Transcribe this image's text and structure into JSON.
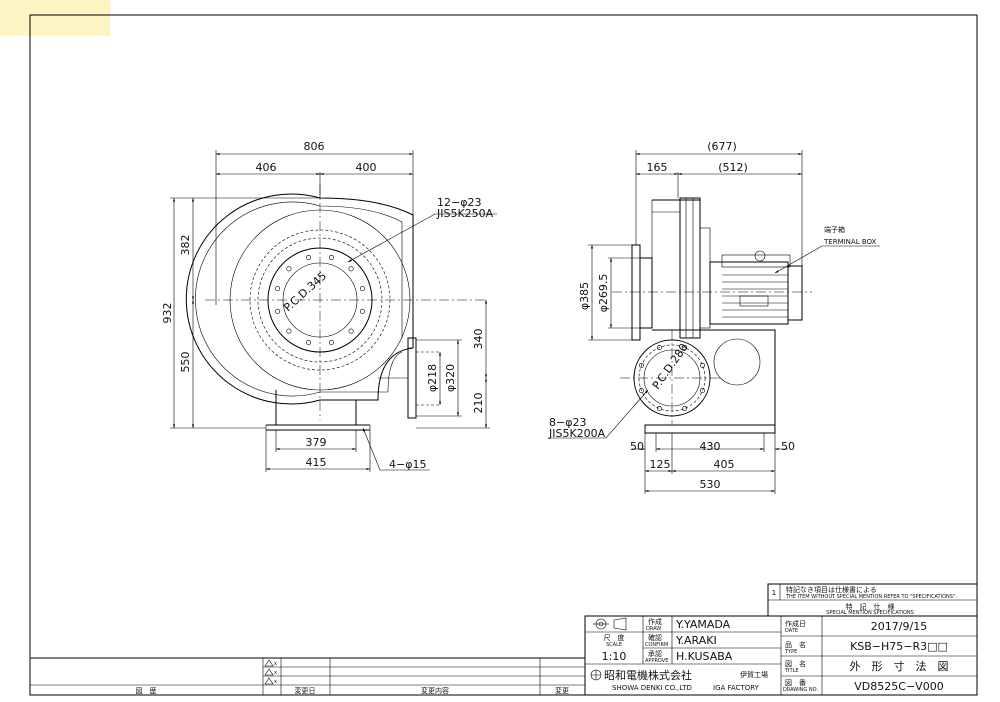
{
  "front_view": {
    "dims": {
      "overall_width": "806",
      "left_width": "406",
      "right_width": "400",
      "overall_height": "932",
      "upper_height": "382",
      "lower_height": "550",
      "outlet_upper": "340",
      "outlet_lower": "210",
      "outlet_inner_dia": "φ218",
      "outlet_outer_dia": "φ320",
      "base_inner": "379",
      "base_outer": "415"
    },
    "inlet_bolts": "12−φ23",
    "inlet_flange_std": "JIS5K250A",
    "pcd": "P.C.D.345",
    "base_holes": "4−φ15"
  },
  "side_view": {
    "dims": {
      "overall_depth": "(677)",
      "left_depth": "165",
      "right_depth": "(512)",
      "flange_dia": "φ385",
      "flange_bore": "φ269.5",
      "base_left": "50",
      "base_mid": "430",
      "base_right": "50",
      "base2_left": "125",
      "base2_right": "405",
      "base_total": "530"
    },
    "terminal_box_jp": "端子箱",
    "terminal_box_en": "TERMINAL BOX",
    "outlet_bolts": "8−φ23",
    "outlet_flange_std": "JIS5K200A",
    "pcd": "P.C.D.280"
  },
  "notes": {
    "number": "1",
    "line_jp": "特記なき項目は仕様書による",
    "line_en": "THE ITEM WITHOUT SPECIAL MENTION REFER TO \"SPECIFICATIONS\".",
    "spec_jp": "特　記　仕　様",
    "spec_en": "SPECIAL MENTION SPECIFICATIONS"
  },
  "title_block": {
    "draw_jp": "作成",
    "draw_en": "DRAW",
    "draw_name": "Y.YAMADA",
    "confirm_jp": "確認",
    "confirm_en": "CONFIRM",
    "confirm_name": "Y.ARAKI",
    "approve_jp": "承認",
    "approve_en": "APPROVE",
    "approve_name": "H.KUSABA",
    "scale_jp": "尺　度",
    "scale_en": "SCALE",
    "scale_value": "1:10",
    "date_jp": "作成日",
    "date_en": "DATE",
    "date_value": "2017/9/15",
    "type_jp": "品　名",
    "type_en": "TYPE",
    "type_value": "KSB−H75−R3□□",
    "title_jp": "図　名",
    "title_en": "TITLE",
    "title_value": "外　形　寸　法　図",
    "dwg_jp": "図　番",
    "dwg_en": "DRAWING NO.",
    "dwg_value": "VD8525C−V000",
    "company_jp": "昭和電機株式会社",
    "factory_jp": "伊賀工場",
    "company_en": "SHOWA DENKI CO.,LTD",
    "factory_en": "IGA FACTORY"
  },
  "revision_block": {
    "zone": "図　歴",
    "change_date": "変更日",
    "change_content": "変更内容",
    "change_mark": "変更",
    "marks": [
      "x",
      "x",
      "x"
    ]
  }
}
